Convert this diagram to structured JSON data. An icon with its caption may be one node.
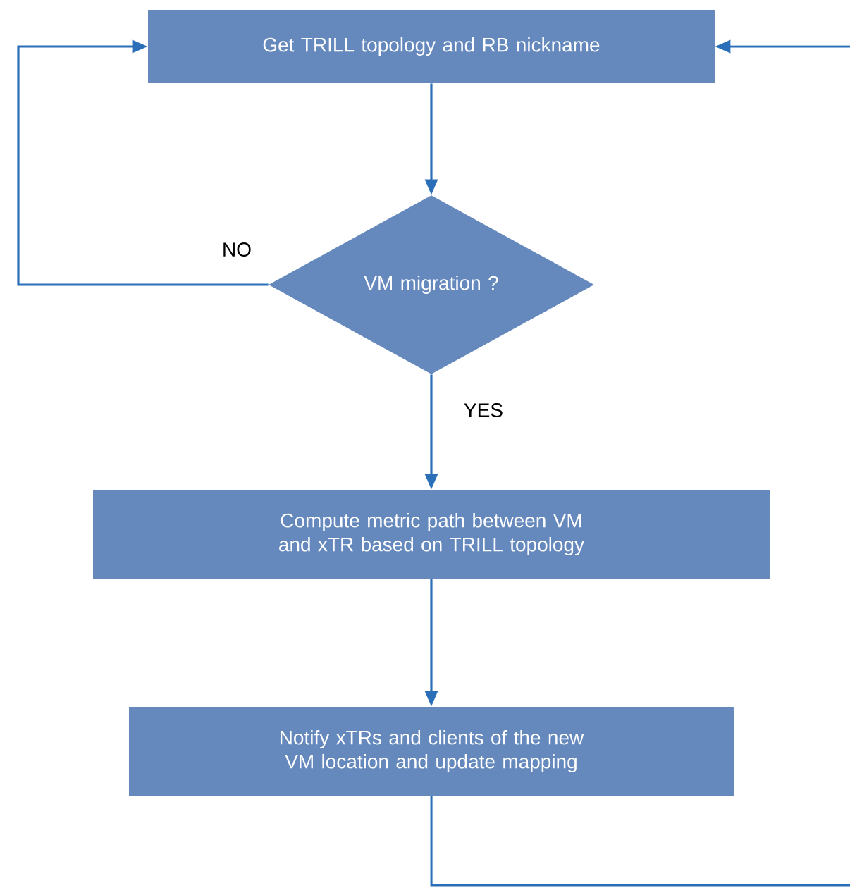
{
  "diagram": {
    "nodes": [
      {
        "text": [
          "Get TRILL topology and RB nickname"
        ]
      },
      {
        "text": [
          "VM migration ?"
        ]
      },
      {
        "text": [
          "Compute metric path between VM and xTR based on TRILL topology"
        ]
      },
      {
        "text": [
          "Notify xTRs and clients of the new VM location and update mapping"
        ]
      }
    ],
    "edges": [
      {
        "from": 0,
        "to": 1,
        "arrow": "to"
      },
      {
        "from": 1,
        "to": 0,
        "arrow": "to",
        "label": "NO"
      },
      {
        "from": 1,
        "to": 2,
        "arrow": "to",
        "label": "YES"
      },
      {
        "from": 2,
        "to": 3,
        "arrow": "to"
      },
      {
        "from": 3,
        "to": null,
        "arrow": "none"
      },
      {
        "from": null,
        "to": 0,
        "arrow": "to"
      }
    ]
  }
}
